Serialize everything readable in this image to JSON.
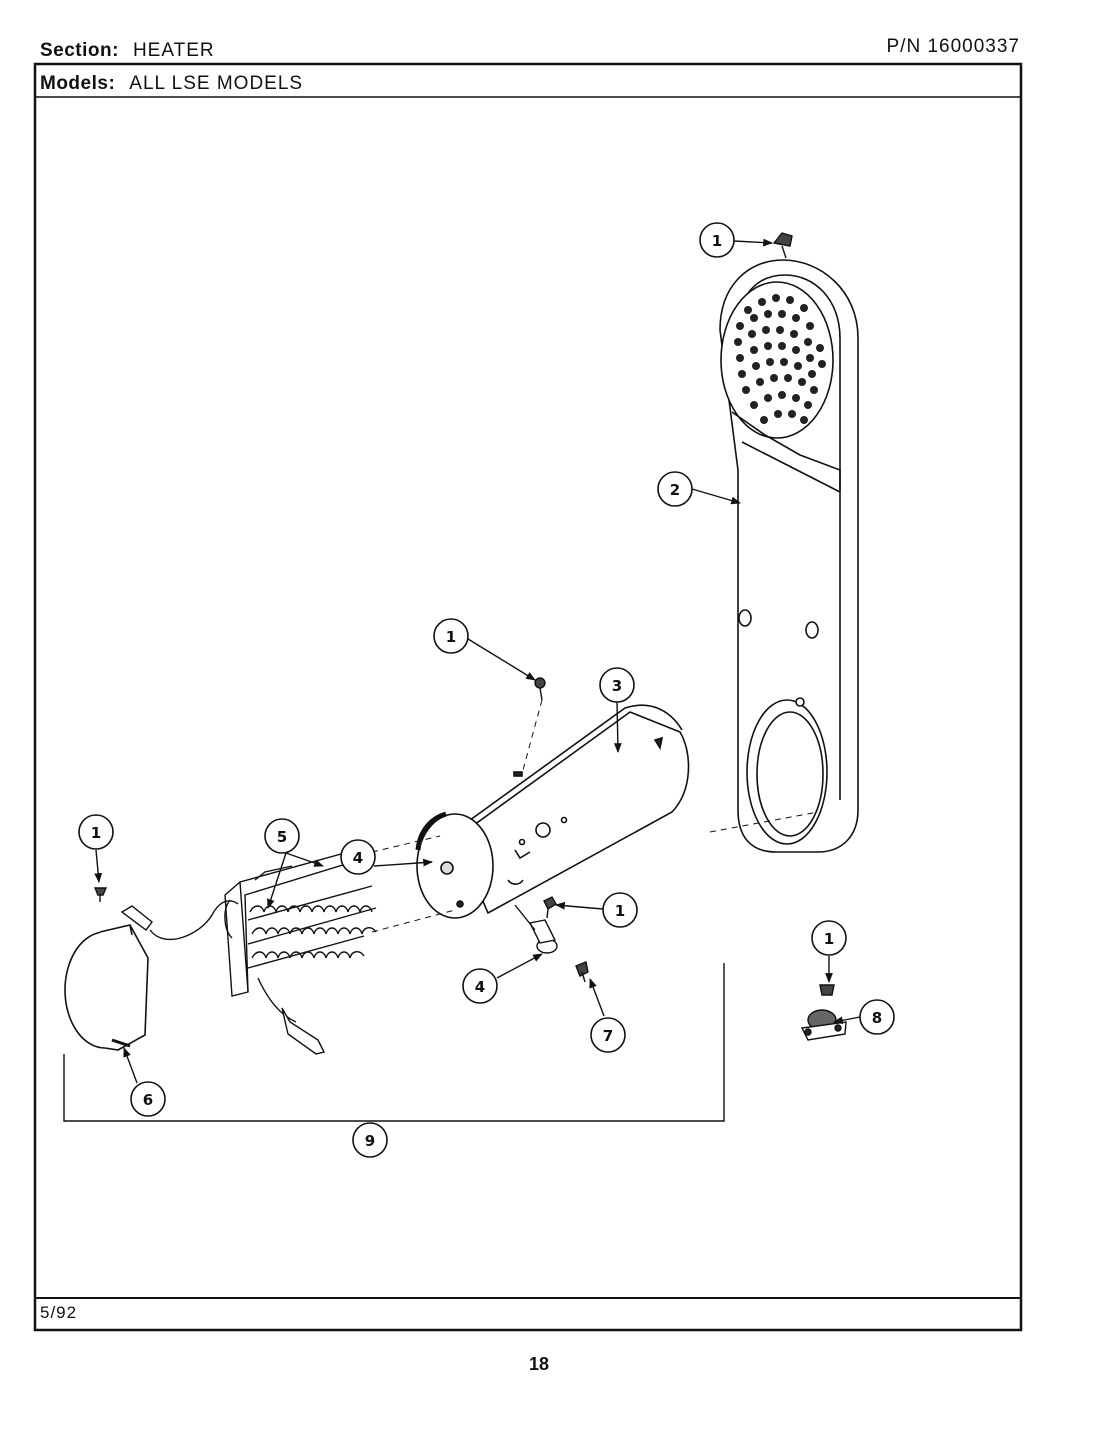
{
  "header": {
    "section_label": "Section:",
    "section_value": "HEATER",
    "part_number": "P/N 16000337",
    "models_label": "Models:",
    "models_value": "ALL LSE MODELS"
  },
  "footer": {
    "date": "5/92",
    "page_number": "18"
  },
  "callouts": {
    "c1a": "1",
    "c2": "2",
    "c1b": "1",
    "c3": "3",
    "c5": "5",
    "c4a": "4",
    "c1c": "1",
    "c1d": "1",
    "c1e": "1",
    "c4b": "4",
    "c7": "7",
    "c8": "8",
    "c6": "6",
    "c9": "9"
  }
}
